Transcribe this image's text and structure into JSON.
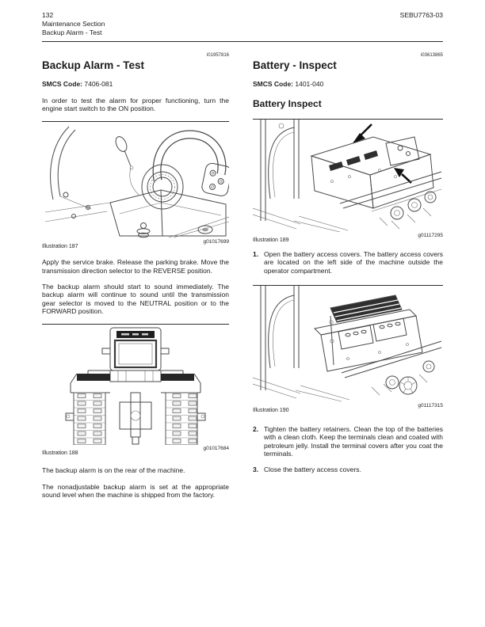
{
  "header": {
    "page_number": "132",
    "section": "Maintenance Section",
    "subsection": "Backup Alarm - Test",
    "doc_code": "SEBU7763-03"
  },
  "left": {
    "article_id": "i01957816",
    "title": "Backup Alarm - Test",
    "smcs_label": "SMCS Code:",
    "smcs_value": "7406-081",
    "para_intro": "In order to test the alarm for proper functioning, turn the engine start switch to the ON position.",
    "illus_187_label": "Illustration 187",
    "illus_187_code": "g01017699",
    "para_apply": "Apply the service brake. Release the parking brake. Move the transmission direction selector to the REVERSE position.",
    "para_sound": "The backup alarm should start to sound immediately. The backup alarm will continue to sound until the transmission gear selector is moved to the NEUTRAL position or to the FORWARD position.",
    "illus_188_label": "Illustration 188",
    "illus_188_code": "g01017684",
    "para_rear": "The backup alarm is on the rear of the machine.",
    "para_nonadjustable": "The nonadjustable backup alarm is set at the appropriate sound level when the machine is shipped from the factory."
  },
  "right": {
    "article_id": "i03613865",
    "title": "Battery - Inspect",
    "smcs_label": "SMCS Code:",
    "smcs_value": "1401-040",
    "subheading": "Battery Inspect",
    "illus_189_label": "Illustration 189",
    "illus_189_code": "g01117295",
    "illus_190_label": "Illustration 190",
    "illus_190_code": "g01117315",
    "steps": [
      {
        "num": "1.",
        "text": "Open the battery access covers. The battery access covers are located on the left side of the machine outside the operator compartment."
      },
      {
        "num": "2.",
        "text": "Tighten the battery retainers. Clean the top of the batteries with a clean cloth. Keep the terminals clean and coated with petroleum jelly. Install the terminal covers after you coat the terminals."
      },
      {
        "num": "3.",
        "text": "Close the battery access covers."
      }
    ]
  },
  "colors": {
    "ink": "#1c1c1c",
    "rule": "#2e2e2e",
    "line_art": "#4a4a4a",
    "dark_fill": "#262626"
  }
}
